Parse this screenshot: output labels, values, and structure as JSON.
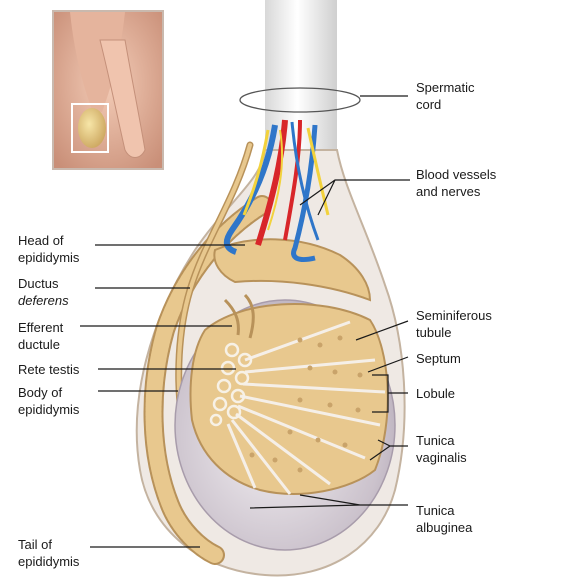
{
  "labels": {
    "spermatic_cord": [
      "Spermatic",
      "cord"
    ],
    "blood_vessels": [
      "Blood vessels",
      "and nerves"
    ],
    "head_epididymis": [
      "Head of",
      "epididymis"
    ],
    "ductus_deferens": [
      "Ductus",
      "deferens"
    ],
    "efferent_ductule": [
      "Efferent",
      "ductule"
    ],
    "rete_testis": [
      "Rete testis"
    ],
    "body_epididymis": [
      "Body of",
      "epididymis"
    ],
    "tail_epididymis": [
      "Tail of",
      "epididymis"
    ],
    "seminiferous_tubule": [
      "Seminiferous",
      "tubule"
    ],
    "septum": [
      "Septum"
    ],
    "lobule": [
      "Lobule"
    ],
    "tunica_vaginalis": [
      "Tunica",
      "vaginalis"
    ],
    "tunica_albuginea": [
      "Tunica",
      "albuginea"
    ]
  },
  "colors": {
    "tubule": "#e8c88e",
    "tubule_dark": "#b8925a",
    "vaginalis_fill": "#efe9e4",
    "albuginea_fill": "#d9d2d9",
    "artery": "#d8262a",
    "vein": "#2f76c9",
    "nerve": "#f2d23c",
    "leader_line": "#1a1a1a",
    "inset_skin": "#e9b8a0"
  }
}
